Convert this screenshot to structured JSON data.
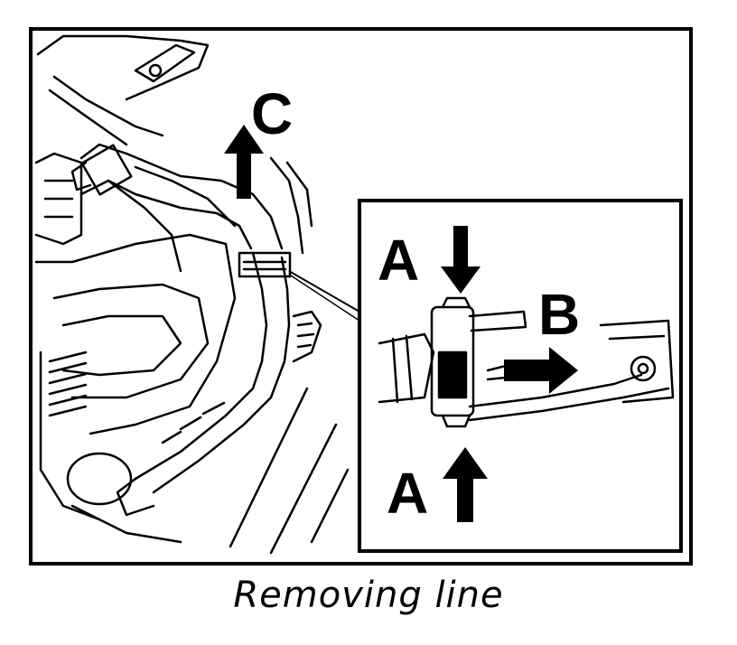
{
  "figure": {
    "labels": {
      "a_top": "A",
      "a_bottom": "A",
      "b": "B",
      "c": "C"
    }
  },
  "caption": "Removing line"
}
